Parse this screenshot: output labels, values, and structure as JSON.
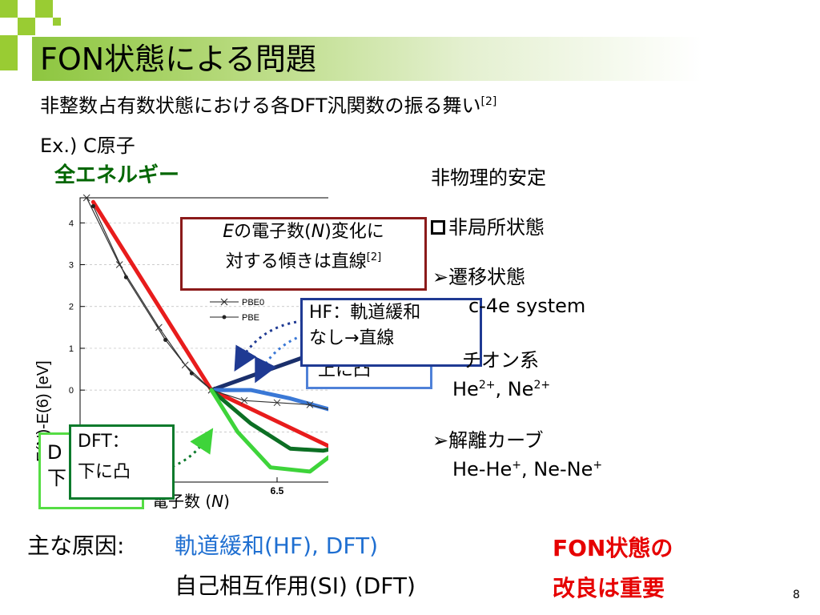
{
  "slide": {
    "title": "FON状態による問題",
    "subtitle": "非整数占有数状態における各DFT汎関数の振る舞い",
    "subtitle_ref": "[2]",
    "example": "Ex.) C原子",
    "energy_label": "全エネルギー",
    "page_number": "8"
  },
  "callouts": {
    "slope_line1_italic": "E",
    "slope_line1_a": "の電子数(",
    "slope_line1_italic2": "N",
    "slope_line1_b": ")変化に",
    "slope_line2": "対する傾きは直線",
    "slope_ref": "[2]",
    "hf_line1": "HF：軌道緩和",
    "hf_line2": "なし→直線",
    "hf_back_text": "上に凸",
    "dft_back_line1": "D",
    "dft_back_line2": "下",
    "dft_line1": "DFT：",
    "dft_line2": "下に凸"
  },
  "right_list": {
    "header": "非物理的安定",
    "item1": "非局所状態",
    "item2": "遷移状態",
    "item2_sub": "c-4e   system",
    "item3": "チオン系",
    "item3_sub_he": "He",
    "item3_sub_he_sup": "2+",
    "item3_sub_sep": ", Ne",
    "item3_sub_ne_sup": "2+",
    "item4": "解離カーブ",
    "item4_sub_a": "He-He",
    "item4_sub_a_sup": "+",
    "item4_sub_b": ", Ne-Ne",
    "item4_sub_b_sup": "+"
  },
  "bottom": {
    "cause_label": "主な原因:",
    "cause_1": "軌道緩和(HF), DFT)",
    "cause_2": "自己相互作用(SI) (DFT)",
    "note_line1": "FON状態の",
    "note_line2": "改良は重要"
  },
  "chart_data": {
    "type": "line",
    "xlabel_text": "電子数 (",
    "xlabel_italic": "N",
    "xlabel_end": ")",
    "ylabel": "E(N)-E(6) [eV]",
    "xlim": [
      5.0,
      7.0
    ],
    "ylim": [
      -2.2,
      4.6
    ],
    "xticks": [
      "6.5",
      "7.0"
    ],
    "yticks": [
      -1,
      0,
      1,
      2,
      3,
      4
    ],
    "legend": [
      "PBE0",
      "PBE"
    ],
    "series": [
      {
        "name": "HF-ref",
        "color": "#e81c1c",
        "x": [
          5.1,
          6.0,
          7.0
        ],
        "y": [
          4.5,
          0.0,
          -1.5
        ]
      },
      {
        "name": "PBE0",
        "color": "#333333",
        "x": [
          5.05,
          5.3,
          5.6,
          5.8,
          6.0
        ],
        "y": [
          4.6,
          3.0,
          1.5,
          0.6,
          0.0
        ]
      },
      {
        "name": "PBE",
        "color": "#333333",
        "x": [
          5.1,
          5.35,
          5.65,
          5.85,
          6.0
        ],
        "y": [
          4.4,
          2.7,
          1.2,
          0.4,
          0.0
        ]
      },
      {
        "name": "HF-right",
        "color": "#1a2f6b",
        "x": [
          6.0,
          6.85
        ],
        "y": [
          0.0,
          0.95
        ]
      },
      {
        "name": "HF-curve-light",
        "color": "#3a78d6",
        "x": [
          6.0,
          6.3,
          6.6,
          7.0
        ],
        "y": [
          0.0,
          0.0,
          -0.2,
          -0.55
        ]
      },
      {
        "name": "cross-markers",
        "color": "#333333",
        "x": [
          6.0,
          6.25,
          6.5,
          6.75,
          7.0
        ],
        "y": [
          0.0,
          -0.25,
          -0.3,
          -0.35,
          -0.55
        ]
      },
      {
        "name": "DFT-dark",
        "color": "#0c6f24",
        "x": [
          6.0,
          6.3,
          6.6,
          6.85,
          7.0
        ],
        "y": [
          0.0,
          -0.8,
          -1.4,
          -1.45,
          -1.35
        ]
      },
      {
        "name": "DFT-light",
        "color": "#3ed43a",
        "x": [
          6.0,
          6.2,
          6.45,
          6.75,
          7.0
        ],
        "y": [
          0.0,
          -1.0,
          -1.85,
          -1.95,
          -1.35
        ]
      }
    ]
  }
}
